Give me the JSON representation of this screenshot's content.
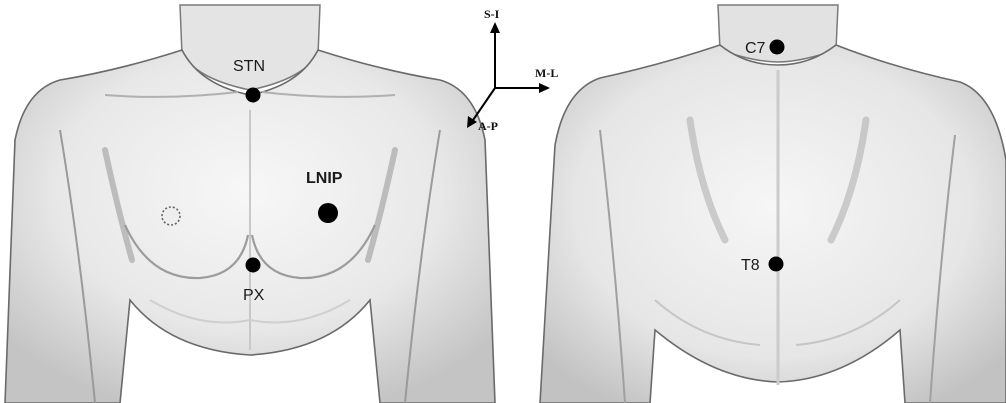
{
  "markers": {
    "stn": "STN",
    "lnip": "LNIP",
    "px": "PX",
    "c7": "C7",
    "t8": "T8"
  },
  "axes": {
    "si": "S-I",
    "ml": "M-L",
    "ap": "A-P"
  },
  "colors": {
    "skin_light": "#f2f2f2",
    "skin_shadow": "#b8b8b8",
    "outline": "#5a5a5a",
    "marker": "#000000"
  }
}
